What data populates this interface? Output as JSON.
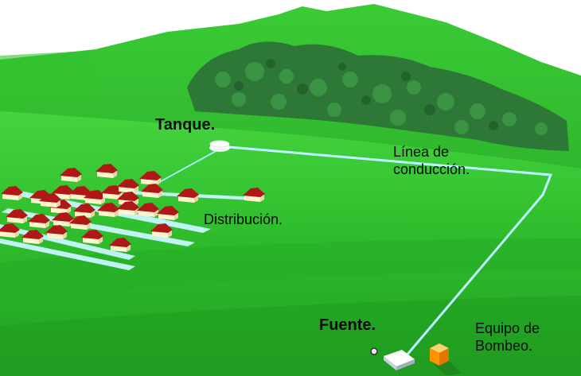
{
  "labels": {
    "tanque": "Tanque.",
    "linea_line1": "Línea de",
    "linea_line2": "conducción.",
    "distribucion": "Distribución.",
    "fuente": "Fuente.",
    "equipo_line1": "Equipo de",
    "equipo_line2": "Bombeo."
  },
  "colors": {
    "sky": "#ffffff",
    "grass_light": "#3fd13a",
    "grass_mid": "#2fbf2c",
    "grass_dark": "#1f9a22",
    "hill": "#2bb52a",
    "forest": "#2f7a3a",
    "pipe": "#b8f4ff",
    "roof": "#b01818",
    "house_wall": "#fff3cc",
    "pump": "#ff9a00"
  },
  "icons": {
    "tank": "tank-icon",
    "source": "well-icon",
    "pump": "pump-box-icon",
    "house": "house-icon"
  }
}
